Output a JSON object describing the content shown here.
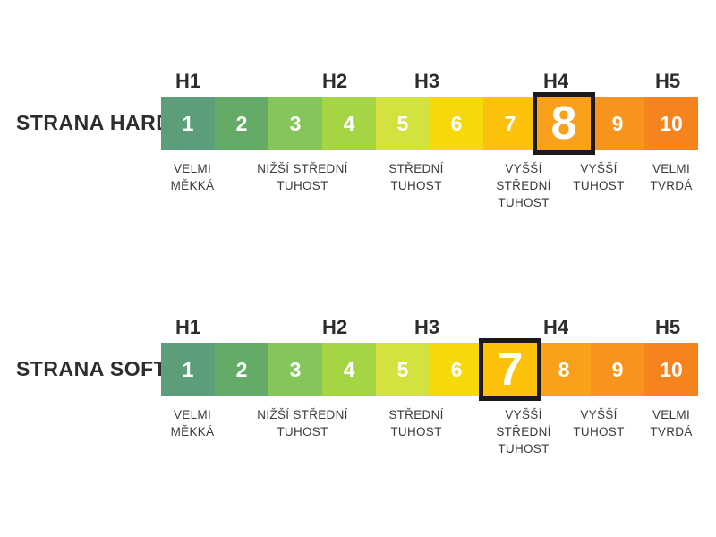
{
  "colors": {
    "background": "#ffffff",
    "title_text": "#2d2d2d",
    "h_label_text": "#2d2d2d",
    "description_text": "#3a3a3a",
    "cell_number_text": "#ffffff",
    "highlight_border": "#1a1a1a",
    "cell_colors": [
      "#5b9e79",
      "#64ab68",
      "#85c65a",
      "#a5d445",
      "#d4e23f",
      "#f6d908",
      "#fcc10a",
      "#f9a11b",
      "#f7941e",
      "#f5841f"
    ]
  },
  "h_labels": [
    {
      "label": "H1"
    },
    {
      "label": "H2"
    },
    {
      "label": "H3"
    },
    {
      "label": "H4"
    },
    {
      "label": "H5"
    }
  ],
  "descriptions": [
    {
      "lines": [
        "VELMI",
        "MĚKKÁ"
      ]
    },
    {
      "lines": [
        "NIŽŠÍ STŘEDNÍ",
        "TUHOST"
      ]
    },
    {
      "lines": [
        "STŘEDNÍ",
        "TUHOST"
      ]
    },
    {
      "lines": [
        "VYŠŠÍ",
        "STŘEDNÍ",
        "TUHOST"
      ]
    },
    {
      "lines": [
        "VYŠŠÍ",
        "TUHOST"
      ]
    },
    {
      "lines": [
        "VELMI",
        "TVRDÁ"
      ]
    }
  ],
  "scales": [
    {
      "title": "STRANA HARD",
      "highlighted_value": 8,
      "cells": [
        "1",
        "2",
        "3",
        "4",
        "5",
        "6",
        "7",
        "8",
        "9",
        "10"
      ]
    },
    {
      "title": "STRANA SOFT",
      "highlighted_value": 7,
      "cells": [
        "1",
        "2",
        "3",
        "4",
        "5",
        "6",
        "7",
        "8",
        "9",
        "10"
      ]
    }
  ]
}
